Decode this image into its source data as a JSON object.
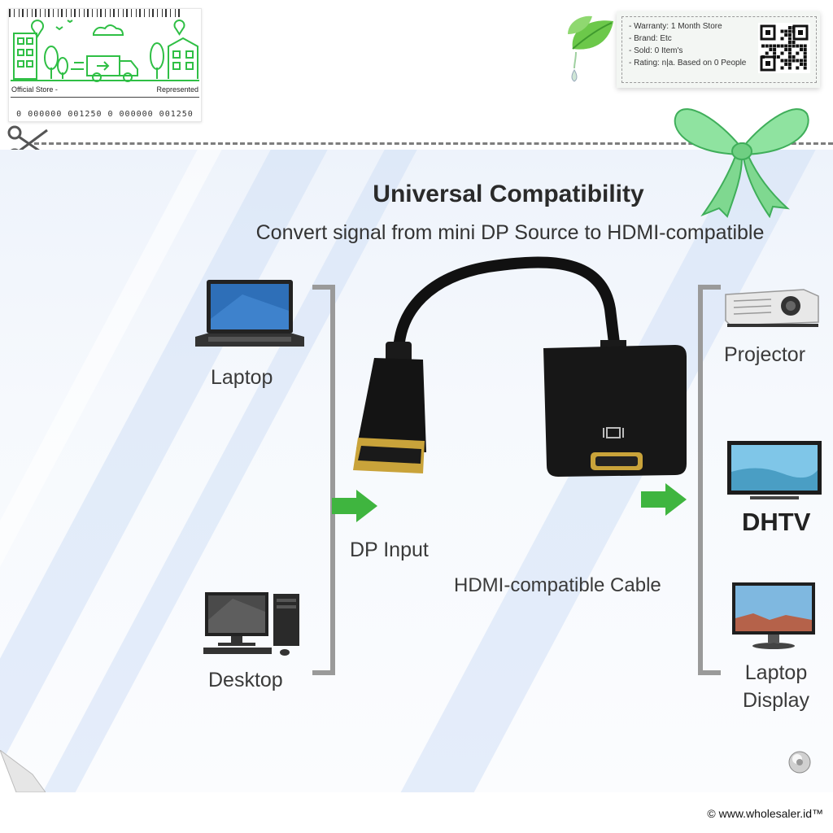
{
  "store_badge": {
    "official_label": "Official Store -",
    "represented_label": "Represented",
    "barcode_number": "0 000000 001250 0 000000 001250",
    "illustration_icon": "city-delivery-truck-illustration"
  },
  "info_card": {
    "warranty": "- Warranty: 1 Month Store",
    "brand": "- Brand: Etc",
    "sold": "- Sold: 0 Item's",
    "rating": "- Rating: n|a. Based on 0 People",
    "qr_icon": "qr-code-icon"
  },
  "decor": {
    "leaf_icon": "leaf-water-drop-icon",
    "bow_icon": "green-ribbon-bow-icon",
    "scissors_icon": "scissors-icon",
    "pin_icon": "pushpin-icon",
    "fold_icon": "page-curl-icon"
  },
  "product": {
    "title": "Universal Compatibility",
    "subtitle": "Convert signal from mini DP Source to HDMI-compatible",
    "sources": {
      "laptop": "Laptop",
      "desktop": "Desktop"
    },
    "dp_input": "DP Input",
    "hdmi_cable": "HDMI-compatible Cable",
    "outputs": {
      "projector": "Projector",
      "dhtv": "DHTV",
      "laptop_display": "Laptop Display"
    }
  },
  "colors": {
    "accent_green": "#3fb53f",
    "store_green": "#2fbf45",
    "bracket_gray": "#9a9a9a"
  },
  "footer": {
    "copyright": "© www.wholesaler.id™"
  }
}
